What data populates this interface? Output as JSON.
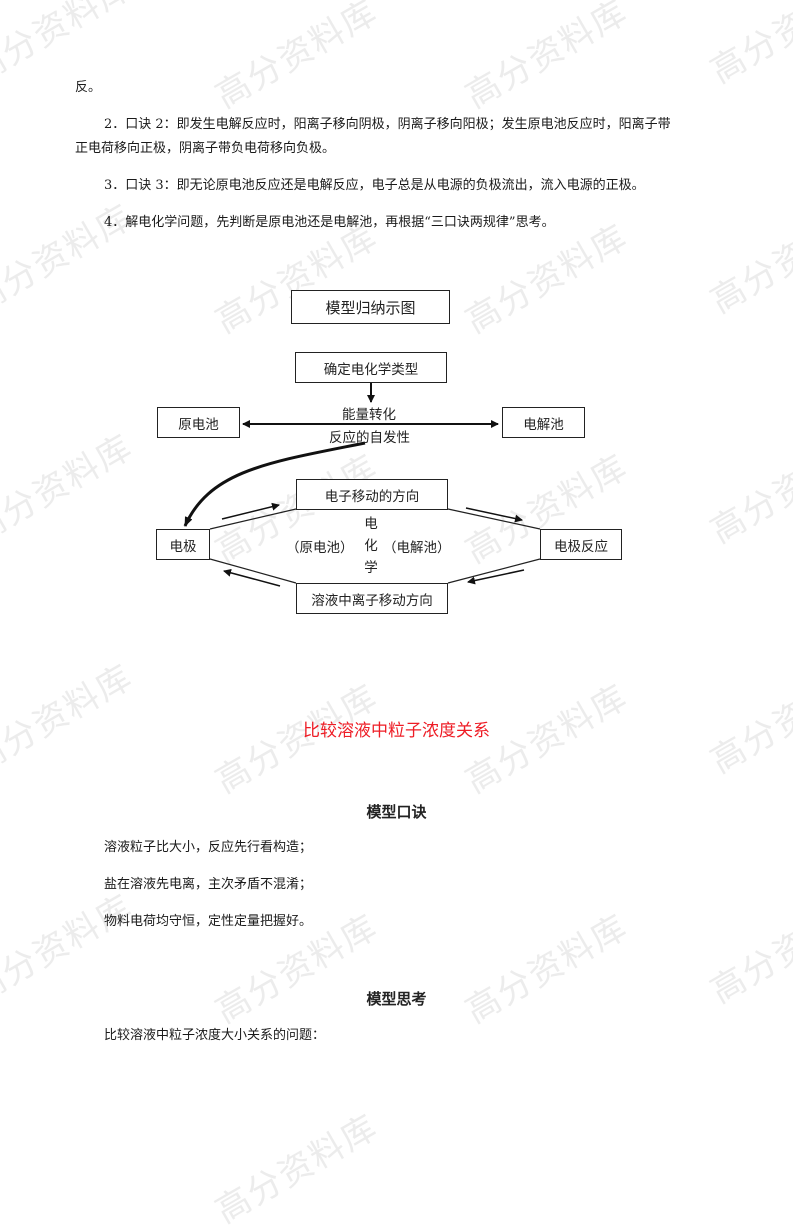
{
  "watermark_text": "高分资料库",
  "intro": {
    "continuation": "反。",
    "items": [
      {
        "line1": "2．口诀 2：即发生电解反应时，阳离子移向阴极，阴离子移向阳极；发生原电池反应时，阳离子带",
        "line2": "正电荷移向正极，阴离子带负电荷移向负极。"
      },
      {
        "line1": "3．口诀 3：即无论原电池反应还是电解反应，电子总是从电源的负极流出，流入电源的正极。"
      },
      {
        "line1": "4．解电化学问题，先判断是原电池还是电解池，再根据“三口诀两规律”思考。"
      }
    ]
  },
  "diagram": {
    "title": "模型归纳示图",
    "determine_type": "确定电化学类型",
    "galvanic_cell": "原电池",
    "electrolytic_cell": "电解池",
    "energy_conversion": "能量转化",
    "spontaneity": "反应的自发性",
    "electron_direction": "电子移动的方向",
    "electrode": "电极",
    "electrode_reaction": "电极反应",
    "ion_direction": "溶液中离子移动方向",
    "center_left": "（原电池）",
    "center_right": "（电解池）",
    "center_vertical": [
      "电",
      "化",
      "学"
    ]
  },
  "section": {
    "title": "比较溶液中粒子浓度关系",
    "title_color": "#ee1c25",
    "mnemonic_heading": "模型口诀",
    "mnemonic_lines": [
      "溶液粒子比大小，反应先行看构造；",
      "盐在溶液先电离，主次矛盾不混淆；",
      "物料电荷均守恒，定性定量把握好。"
    ],
    "thinking_heading": "模型思考",
    "thinking_text": "比较溶液中粒子浓度大小关系的问题："
  }
}
